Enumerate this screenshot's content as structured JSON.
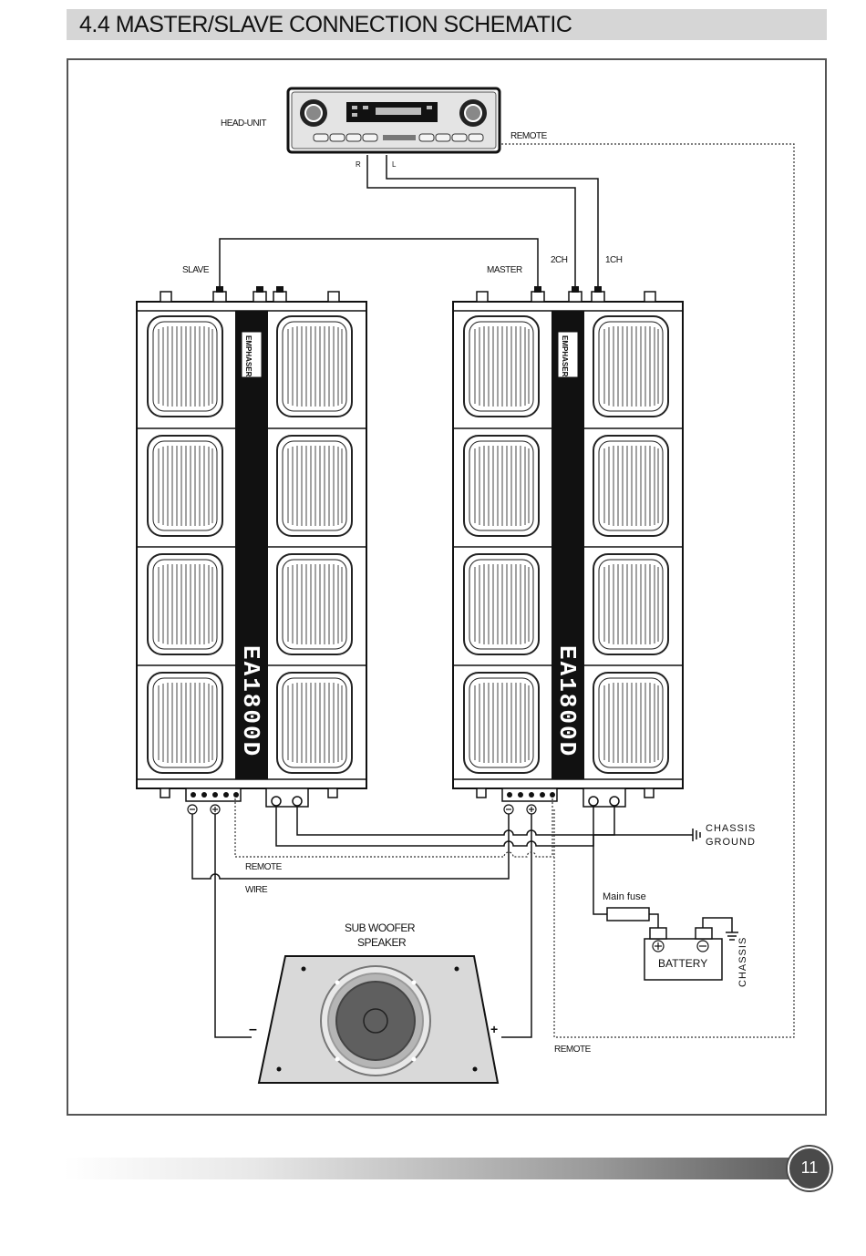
{
  "header": {
    "title": "4.4 MASTER/SLAVE CONNECTION SCHEMATIC"
  },
  "labels": {
    "head_unit": "HEAD-UNIT",
    "remote_top": "REMOTE",
    "r": "R",
    "l": "L",
    "slave": "SLAVE",
    "master": "MASTER",
    "ch2": "2CH",
    "ch1": "1CH",
    "remote_mid": "REMOTE",
    "wire": "WIRE",
    "chassis_ground_1": "CHASSIS",
    "chassis_ground_2": "GROUND",
    "main_fuse": "Main fuse",
    "battery": "BATTERY",
    "chassis_vertical": "CHASSIS",
    "sub_woofer_1": "SUB WOOFER",
    "sub_woofer_2": "SPEAKER",
    "minus": "–",
    "plus": "+",
    "remote_bottom": "REMOTE"
  },
  "amplifiers": [
    {
      "brand": "EMPHASER",
      "model": "EA1800D"
    },
    {
      "brand": "EMPHASER",
      "model": "EA1800D"
    }
  ],
  "footer": {
    "page_number": "11"
  }
}
